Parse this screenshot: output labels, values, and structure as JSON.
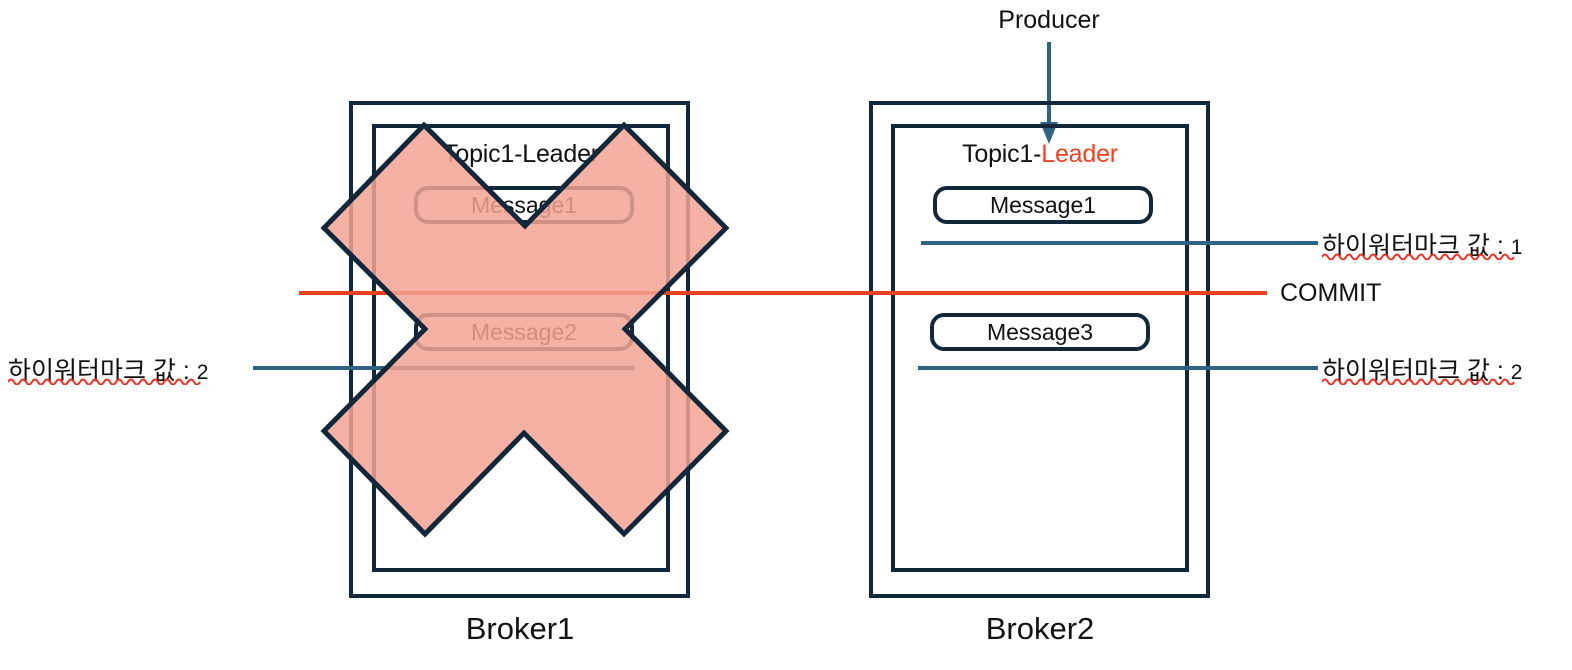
{
  "diagram": {
    "title_producer": "Producer",
    "commit_label": "COMMIT",
    "colors": {
      "stroke_navy": "#12283a",
      "commit_red": "#e8411d",
      "leader_red": "#ef4123",
      "hwm_blue": "#2e6382",
      "x_fill_pink": "#f3a393",
      "squiggle_red": "#ee3124"
    }
  },
  "brokers": [
    {
      "id": "broker1",
      "caption": "Broker1",
      "topic_prefix": "Topic1-",
      "topic_role": "Leader",
      "topic_role_is_red": false,
      "messages": [
        "Message1",
        "Message2"
      ],
      "crossed_out": true
    },
    {
      "id": "broker2",
      "caption": "Broker2",
      "topic_prefix": "Topic1-",
      "topic_role": "Leader",
      "topic_role_is_red": true,
      "messages": [
        "Message1",
        "Message3"
      ],
      "crossed_out": false
    }
  ],
  "annotations": {
    "left_hwm": {
      "text": "하이워터마크 값 : ",
      "value": "2"
    },
    "right_hwm_top": {
      "text": "하이워터마크 값 : ",
      "value": "1"
    },
    "right_hwm_bottom": {
      "text": "하이워터마크 값 : ",
      "value": "2"
    }
  }
}
